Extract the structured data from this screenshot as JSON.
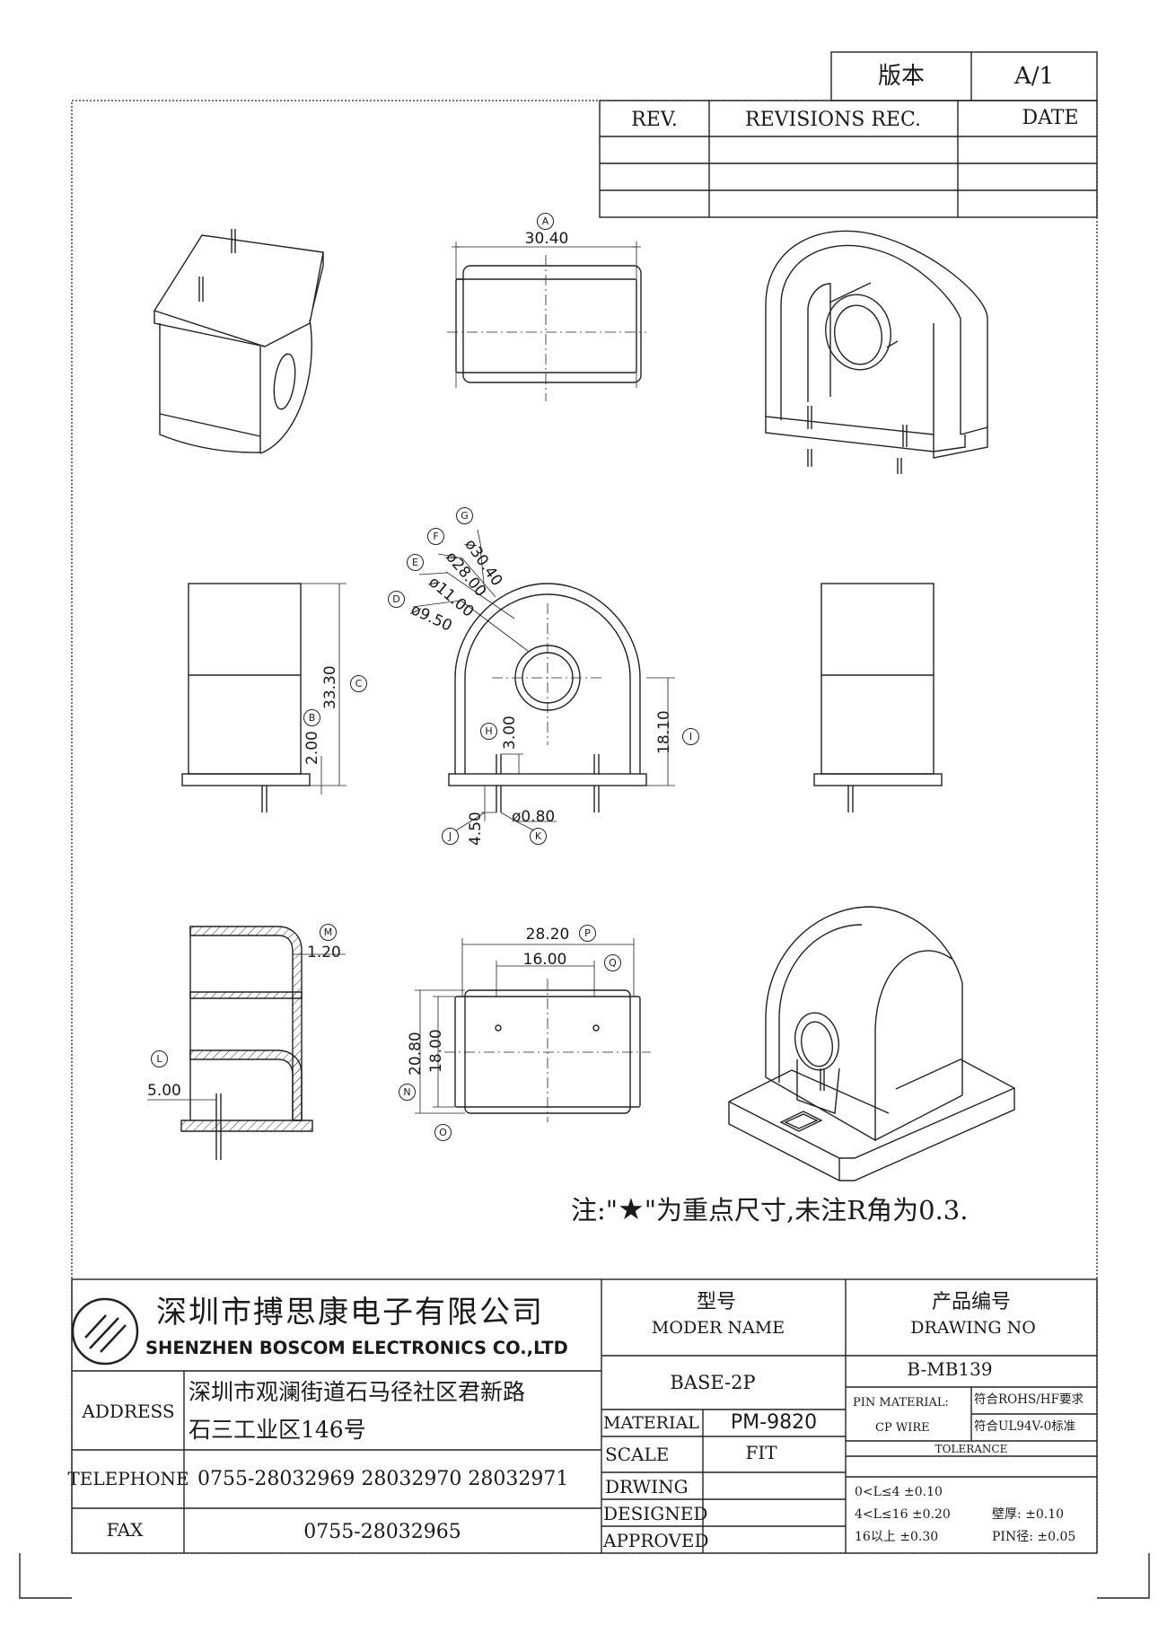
{
  "version_box": {
    "label": "版本",
    "value": "A/1"
  },
  "revisions": {
    "col_rev": "REV.",
    "col_rec": "REVISIONS REC.",
    "col_date": "DATE"
  },
  "note": {
    "prefix": "注:\"",
    "star": "★",
    "suffix": "\"为重点尺寸,未注R角为0.3."
  },
  "dimensions": {
    "A": {
      "tag": "A",
      "value": "30.40"
    },
    "B": {
      "tag": "B",
      "value": "2.00"
    },
    "C": {
      "tag": "C",
      "value": "33.30"
    },
    "D": {
      "tag": "D",
      "value": "ø9.50"
    },
    "E": {
      "tag": "E",
      "value": "ø11.00"
    },
    "F": {
      "tag": "F",
      "value": "ø28.00"
    },
    "G": {
      "tag": "G",
      "value": "ø30.40"
    },
    "H": {
      "tag": "H",
      "value": "3.00"
    },
    "I": {
      "tag": "I",
      "value": "18.10"
    },
    "J": {
      "tag": "J",
      "value": "4.50"
    },
    "K": {
      "tag": "K",
      "value": "ø0.80"
    },
    "L": {
      "tag": "L",
      "value": "5.00"
    },
    "M": {
      "tag": "M",
      "value": "1.20"
    },
    "N": {
      "tag": "N",
      "value": "20.80"
    },
    "O": {
      "tag": "O",
      "value": "18.00"
    },
    "P": {
      "tag": "P",
      "value": "28.20"
    },
    "Q": {
      "tag": "Q",
      "value": "16.00"
    }
  },
  "company": {
    "name_cn": "深圳市搏思康电子有限公司",
    "name_en": "SHENZHEN BOSCOM ELECTRONICS CO.,LTD",
    "address_label": "ADDRESS",
    "address_line1": "深圳市观澜街道石马径社区君新路",
    "address_line2": "石三工业区146号",
    "telephone_label": "TELEPHONE",
    "telephone": "0755-28032969 28032970 28032971",
    "fax_label": "FAX",
    "fax": "0755-28032965"
  },
  "model": {
    "label_cn": "型号",
    "label_en": "MODER NAME",
    "value": "BASE-2P"
  },
  "drawing_no": {
    "label_cn": "产品编号",
    "label_en": "DRAWING NO",
    "value": "B-MB139"
  },
  "material": {
    "label": "MATERIAL",
    "value": "PM-9820"
  },
  "scale": {
    "label": "SCALE",
    "value": "FIT"
  },
  "drwing": {
    "label": "DRWING",
    "value": ""
  },
  "designed": {
    "label": "DESIGNED",
    "value": ""
  },
  "approved": {
    "label": "APPROVED",
    "value": ""
  },
  "pin_material": {
    "label": "PIN MATERIAL:",
    "value": "CP WIRE",
    "rohs": "符合ROHS/HF要求",
    "ul": "符合UL94V-0标准"
  },
  "tolerance": {
    "label": "TOLERANCE",
    "row1": "0<L≤4  ±0.10",
    "row2": "4<L≤16  ±0.20",
    "row3": "16以上    ±0.30",
    "wall": "壁厚:   ±0.10",
    "pin": "PIN径: ±0.05"
  }
}
